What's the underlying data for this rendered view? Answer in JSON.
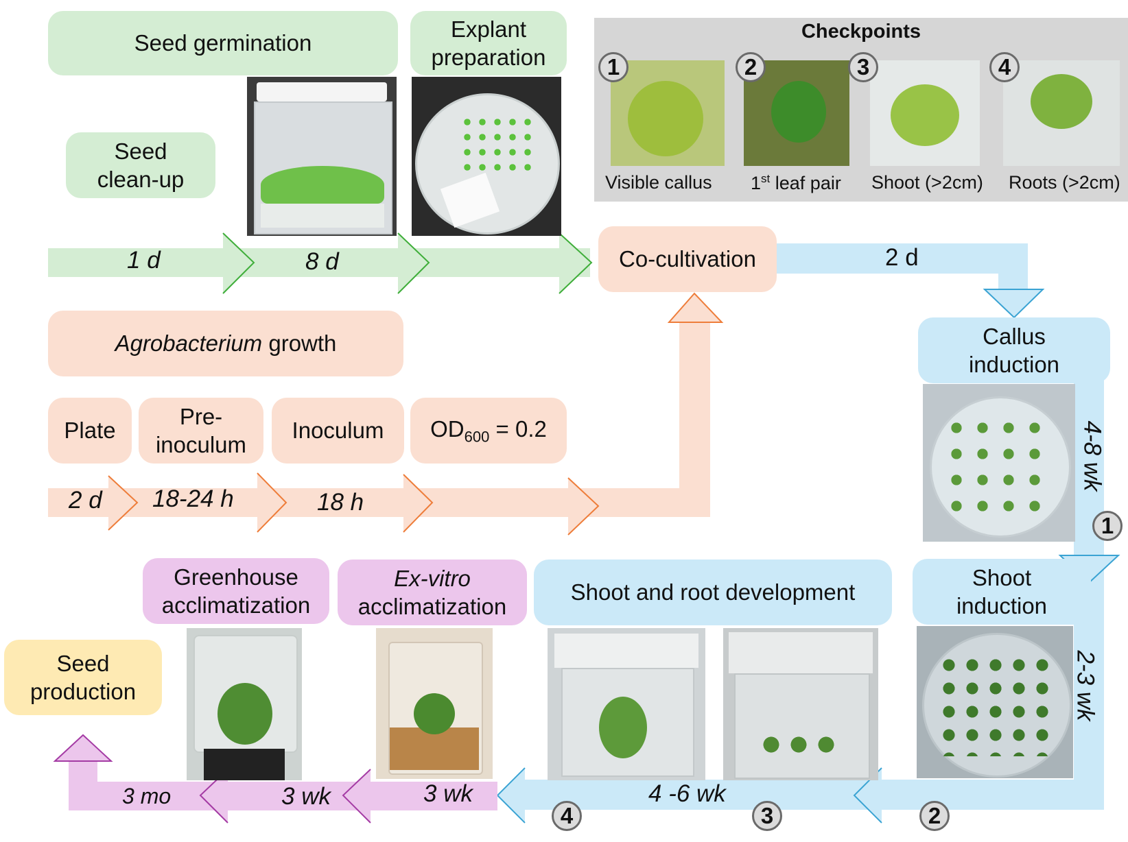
{
  "seed_stage": {
    "germination": "Seed germination",
    "cleanup": "Seed clean-up",
    "explant": "Explant preparation",
    "durations": [
      "1 d",
      "8 d"
    ]
  },
  "checkpoints": {
    "title": "Checkpoints",
    "items": [
      {
        "number": "1",
        "caption": "Visible callus"
      },
      {
        "number": "2",
        "caption_main": "1",
        "caption_sup": "st",
        "caption_rest": " leaf pair"
      },
      {
        "number": "3",
        "caption": "Shoot (>2cm)"
      },
      {
        "number": "4",
        "caption": "Roots (>2cm)"
      }
    ]
  },
  "cocultivation": {
    "label": "Co-cultivation",
    "duration": "2 d"
  },
  "agro_stage": {
    "title_italic": "Agrobacterium",
    "title_rest": " growth",
    "steps": {
      "plate": "Plate",
      "preinoculum": "Pre-inoculum",
      "inoculum": "Inoculum",
      "od_main": "OD",
      "od_sub": "600",
      "od_value": " = 0.2"
    },
    "durations": [
      "2 d",
      "18-24 h",
      "18 h"
    ]
  },
  "callus": {
    "label": "Callus induction",
    "duration": "4-8 wk"
  },
  "shoot_induction": {
    "label": "Shoot induction",
    "duration": "2-3 wk"
  },
  "development": {
    "label": "Shoot and root development",
    "duration": "4 -6 wk"
  },
  "exvitro": {
    "label_italic": "Ex-vitro",
    "label_rest": "acclimatization",
    "duration": "3 wk"
  },
  "greenhouse": {
    "label": "Greenhouse acclimatization",
    "duration": "3 wk"
  },
  "seed_production": {
    "label": "Seed production",
    "duration": "3 mo"
  },
  "badges": [
    "1",
    "2",
    "3",
    "4"
  ],
  "colors": {
    "green": "#d4edd3",
    "green_arrow": "#3fae3a",
    "salmon": "#fbdfd1",
    "salmon_arrow": "#ee7d3a",
    "blue": "#cbe9f8",
    "blue_arrow": "#3aa3d3",
    "pink": "#ecc6ec",
    "pink_arrow": "#a43ba4",
    "yellow": "#feeab3"
  }
}
